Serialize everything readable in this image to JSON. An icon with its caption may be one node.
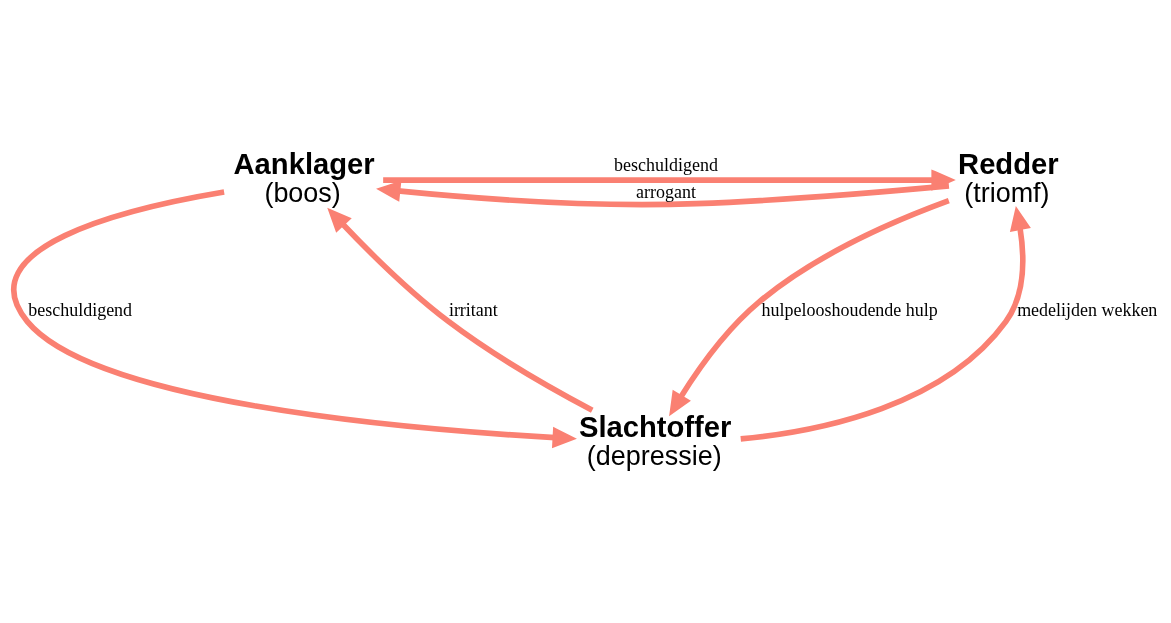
{
  "diagram": {
    "nodes": [
      {
        "text": [
          "Aanklager",
          "(boos)"
        ]
      },
      {
        "text": [
          "Redder",
          "(triomf)"
        ]
      },
      {
        "text": [
          "Slachtoffer",
          "(depressie)"
        ]
      }
    ],
    "edges": [
      {
        "from": 0,
        "to": 1,
        "arrow": "to",
        "label": "beschuldigend"
      },
      {
        "from": 1,
        "to": 0,
        "arrow": "to",
        "label": "arrogant"
      },
      {
        "from": 0,
        "to": 2,
        "arrow": "to",
        "label": "beschuldigend"
      },
      {
        "from": 2,
        "to": 0,
        "arrow": "to",
        "label": "irritant"
      },
      {
        "from": 1,
        "to": 2,
        "arrow": "to",
        "label": "hulpelooshoudende hulp"
      },
      {
        "from": 2,
        "to": 1,
        "arrow": "to",
        "label": "medelijden wekken"
      }
    ]
  }
}
